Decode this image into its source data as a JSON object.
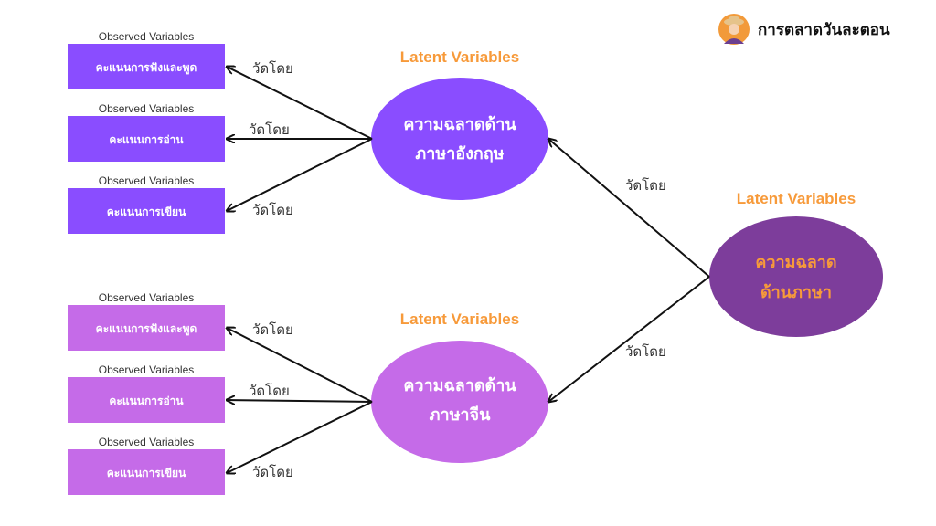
{
  "brand": {
    "name": "การตลาดวันละตอน",
    "logo_bg_color": "#f29a3a",
    "logo_icon": "person-with-hat-avatar-icon"
  },
  "colors": {
    "english_box": "#8a4dff",
    "chinese_box": "#c56be8",
    "latent_caption": "#f79a3a",
    "overall_node": "#7d3d9b",
    "overall_node_text": "#f79a3a",
    "arrow": "#111111"
  },
  "observed_caption": "Observed Variables",
  "measured_by": "วัดโดย",
  "groups": [
    {
      "latent_caption": "Latent Variables",
      "latent_line1": "ความฉลาดด้าน",
      "latent_line2": "ภาษาอังกฤษ",
      "observed": [
        "คะแนนการฟังและพูด",
        "คะแนนการอ่าน",
        "คะแนนการเขียน"
      ]
    },
    {
      "latent_caption": "Latent Variables",
      "latent_line1": "ความฉลาดด้าน",
      "latent_line2": "ภาษาจีน",
      "observed": [
        "คะแนนการฟังและพูด",
        "คะแนนการอ่าน",
        "คะแนนการเขียน"
      ]
    }
  ],
  "overall": {
    "latent_caption": "Latent Variables",
    "line1": "ความฉลาด",
    "line2": "ด้านภาษา"
  }
}
